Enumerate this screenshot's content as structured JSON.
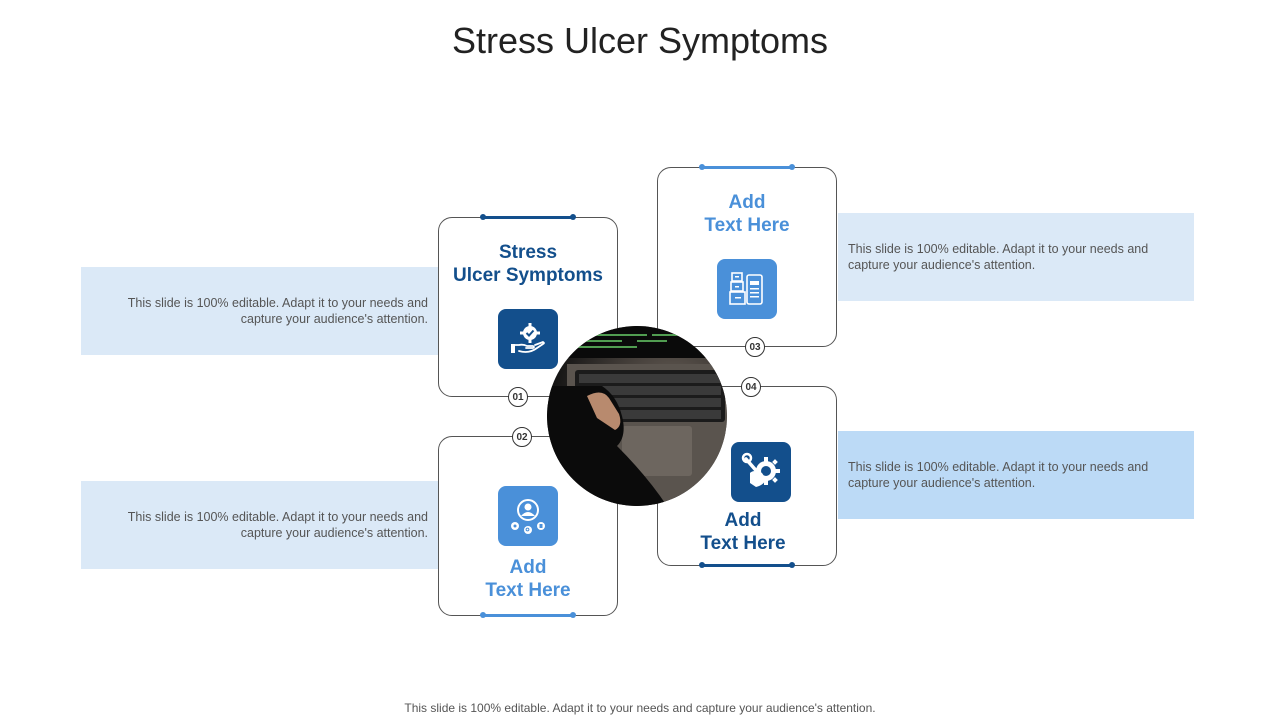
{
  "title": "Stress Ulcer Symptoms",
  "footer": "This slide is 100% editable. Adapt it to your needs and capture your audience's attention.",
  "colors": {
    "dark_blue": "#134f8c",
    "light_blue": "#4a90d9",
    "band_light": "#dbe9f7",
    "band_mid": "#bcdaf6"
  },
  "cards": [
    {
      "number": "01",
      "title": "Stress Ulcer Symptoms",
      "title_lines": [
        "Stress",
        "Ulcer Symptoms"
      ],
      "icon": "hand-gear-check-icon",
      "description": "This slide is 100% editable. Adapt it to your needs and capture your audience's attention."
    },
    {
      "number": "02",
      "title": "Add Text Here",
      "title_lines": [
        "Add",
        "Text Here"
      ],
      "icon": "user-network-icon",
      "description": "This slide is 100% editable. Adapt it to your needs and capture your audience's attention."
    },
    {
      "number": "03",
      "title": "Add Text Here",
      "title_lines": [
        "Add",
        "Text Here"
      ],
      "icon": "boxes-mobile-icon",
      "description": "This slide is 100% editable. Adapt it to your needs and capture your audience's attention."
    },
    {
      "number": "04",
      "title": "Add Text Here",
      "title_lines": [
        "Add",
        "Text Here"
      ],
      "icon": "wrench-gear-hand-icon",
      "description": "This slide is 100% editable. Adapt it to your needs and capture your audience's attention."
    }
  ],
  "center_image": "laptop-typing-photo"
}
